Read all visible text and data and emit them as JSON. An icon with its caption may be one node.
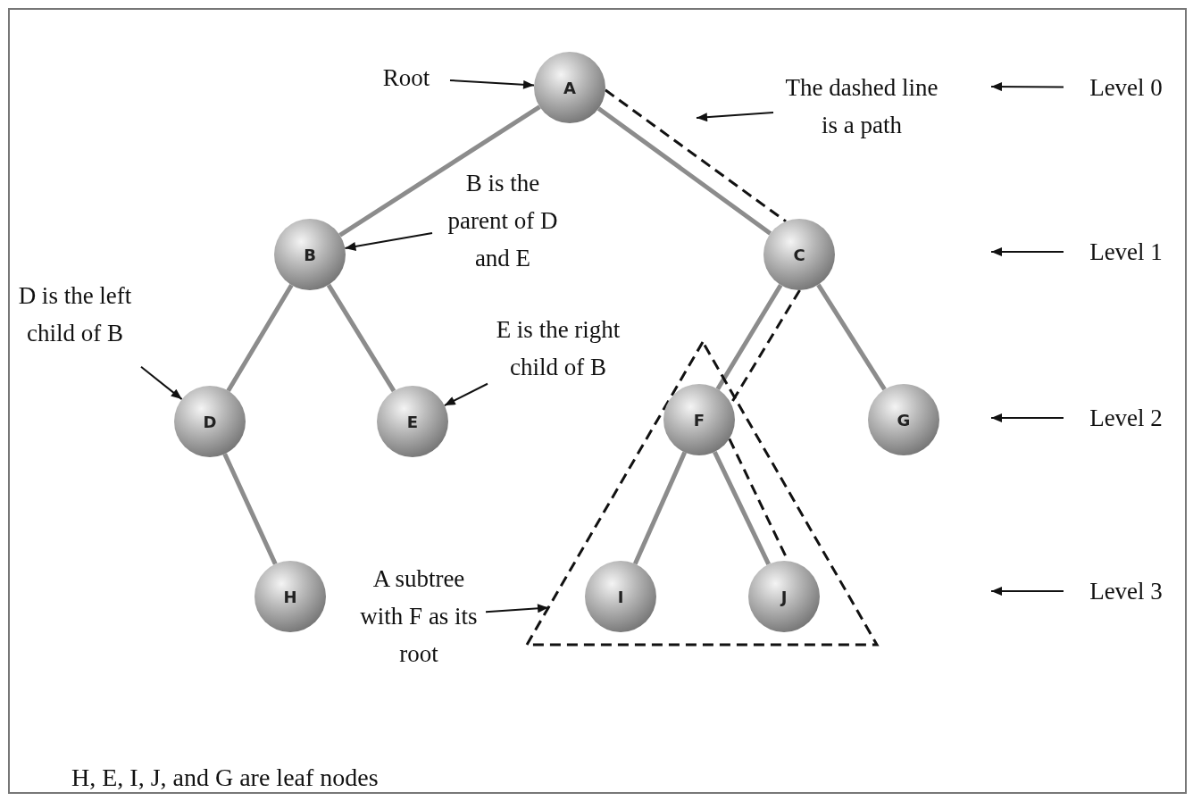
{
  "diagram": {
    "nodes": [
      {
        "text": [
          "Root"
        ]
      },
      {
        "text": [
          "A"
        ]
      },
      {
        "text": [
          "The dashed line is a path"
        ]
      },
      {
        "text": [
          "Level 0"
        ]
      },
      {
        "text": [
          "B is the parent of D and E"
        ]
      },
      {
        "text": [
          "B"
        ]
      },
      {
        "text": [
          "C"
        ]
      },
      {
        "text": [
          "Level 1"
        ]
      },
      {
        "text": [
          "D is the left child of B"
        ]
      },
      {
        "text": [
          "E is the right child of B"
        ]
      },
      {
        "text": [
          "D"
        ]
      },
      {
        "text": [
          "E"
        ]
      },
      {
        "text": [],
        "shape": "triangle"
      },
      {
        "text": [
          "F"
        ],
        "in": 12
      },
      {
        "text": [
          "G"
        ]
      },
      {
        "text": [
          "Level 2"
        ]
      },
      {
        "text": [
          "H"
        ]
      },
      {
        "text": [
          "A subtree with F as its root"
        ]
      },
      {
        "text": [
          "I"
        ],
        "in": 12
      },
      {
        "text": [
          "J"
        ],
        "in": 12
      },
      {
        "text": [
          "Level 3"
        ]
      }
    ],
    "edges": [
      {
        "from": 1,
        "to": 5,
        "arrow": "none",
        "color": "#8c8c8c"
      },
      {
        "from": 1,
        "to": 6,
        "arrow": "none",
        "color": "#8c8c8c"
      },
      {
        "from": 5,
        "to": 10,
        "arrow": "none",
        "color": "#8c8c8c"
      },
      {
        "from": 5,
        "to": 11,
        "arrow": "none",
        "color": "#8c8c8c"
      },
      {
        "from": 6,
        "to": 13,
        "arrow": "none",
        "color": "#8c8c8c"
      },
      {
        "from": 6,
        "to": 14,
        "arrow": "none",
        "color": "#8c8c8c"
      },
      {
        "from": 10,
        "to": 16,
        "arrow": "none",
        "color": "#8c8c8c"
      },
      {
        "from": 13,
        "to": 18,
        "arrow": "none",
        "color": "#8c8c8c"
      },
      {
        "from": 13,
        "to": 19,
        "arrow": "none",
        "color": "#8c8c8c"
      },
      {
        "from": 0,
        "to": 1,
        "arrow": "to"
      },
      {
        "from": 2,
        "to": null,
        "arrow": "to"
      },
      {
        "from": 4,
        "to": 5,
        "arrow": "to"
      },
      {
        "from": 8,
        "to": 10,
        "arrow": "to"
      },
      {
        "from": 9,
        "to": 11,
        "arrow": "to"
      },
      {
        "from": 17,
        "to": 12,
        "arrow": "to"
      },
      {
        "from": 3,
        "to": null,
        "arrow": "to"
      },
      {
        "from": 7,
        "to": null,
        "arrow": "to"
      },
      {
        "from": 15,
        "to": null,
        "arrow": "to"
      },
      {
        "from": 20,
        "to": null,
        "arrow": "to"
      },
      {
        "from": 1,
        "to": 6,
        "arrow": "none",
        "style": "dashed"
      },
      {
        "from": 6,
        "to": 13,
        "arrow": "none",
        "style": "dashed"
      },
      {
        "from": 13,
        "to": 19,
        "arrow": "none",
        "style": "dashed"
      }
    ],
    "labels": [
      "H, E, I, J, and G are leaf nodes"
    ]
  }
}
